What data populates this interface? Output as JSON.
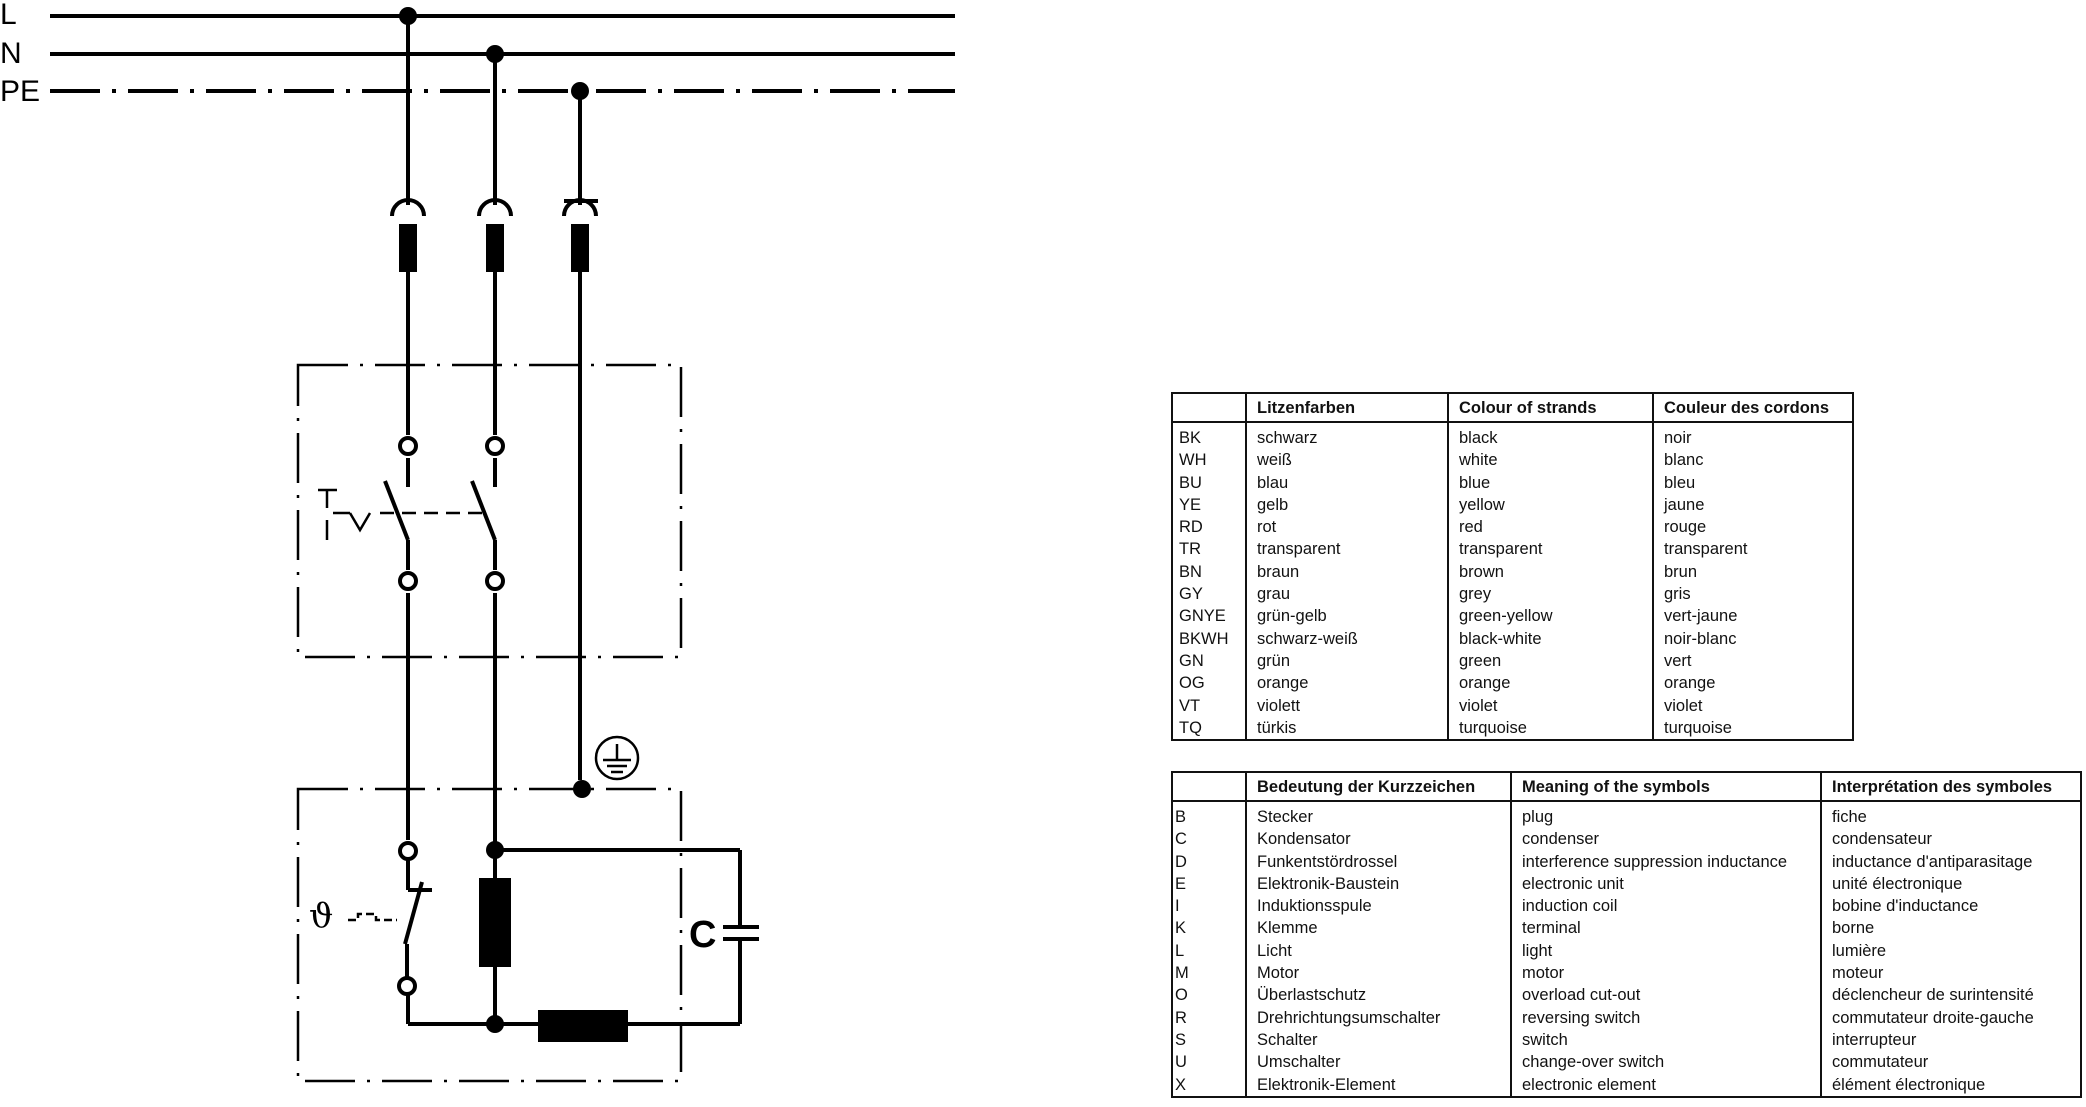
{
  "schematic": {
    "bus_labels": [
      "L",
      "N",
      "PE"
    ],
    "thermal_symbol": "ϑ",
    "capacitor_label": "C",
    "icons": [
      "socket-icon",
      "plug-pin-icon",
      "protective-earth-icon",
      "switch-contact-icon",
      "thermal-cutout-icon",
      "motor-winding-icon",
      "capacitor-icon"
    ]
  },
  "colour_table": {
    "headers": [
      "",
      "Litzenfarben",
      "Colour of strands",
      "Couleur des cordons"
    ],
    "rows": [
      [
        "BK",
        "schwarz",
        "black",
        "noir"
      ],
      [
        "WH",
        "weiß",
        "white",
        "blanc"
      ],
      [
        "BU",
        "blau",
        "blue",
        "bleu"
      ],
      [
        "YE",
        "gelb",
        "yellow",
        "jaune"
      ],
      [
        "RD",
        "rot",
        "red",
        "rouge"
      ],
      [
        "TR",
        "transparent",
        "transparent",
        "transparent"
      ],
      [
        "BN",
        "braun",
        "brown",
        "brun"
      ],
      [
        "GY",
        "grau",
        "grey",
        "gris"
      ],
      [
        "GNYE",
        "grün-gelb",
        "green-yellow",
        "vert-jaune"
      ],
      [
        "BKWH",
        "schwarz-weiß",
        "black-white",
        "noir-blanc"
      ],
      [
        "GN",
        "grün",
        "green",
        "vert"
      ],
      [
        "OG",
        "orange",
        "orange",
        "orange"
      ],
      [
        "VT",
        "violett",
        "violet",
        "violet"
      ],
      [
        "TQ",
        "türkis",
        "turquoise",
        "turquoise"
      ]
    ]
  },
  "symbol_table": {
    "headers": [
      "",
      "Bedeutung der Kurzzeichen",
      "Meaning of the symbols",
      "Interprétation des symboles"
    ],
    "rows": [
      [
        "B",
        "Stecker",
        "plug",
        "fiche"
      ],
      [
        "C",
        "Kondensator",
        "condenser",
        "condensateur"
      ],
      [
        "D",
        "Funkentstördrossel",
        "interference suppression inductance",
        "inductance d'antiparasitage"
      ],
      [
        "E",
        "Elektronik-Baustein",
        "electronic unit",
        "unité électronique"
      ],
      [
        "I",
        "Induktionsspule",
        "induction coil",
        "bobine d'inductance"
      ],
      [
        "K",
        "Klemme",
        "terminal",
        "borne"
      ],
      [
        "L",
        "Licht",
        "light",
        "lumière"
      ],
      [
        "M",
        "Motor",
        "motor",
        "moteur"
      ],
      [
        "O",
        "Überlastschutz",
        "overload cut-out",
        "déclencheur de surintensité"
      ],
      [
        "R",
        "Drehrichtungsumschalter",
        "reversing switch",
        "commutateur droite-gauche"
      ],
      [
        "S",
        "Schalter",
        "switch",
        "interrupteur"
      ],
      [
        "U",
        "Umschalter",
        "change-over switch",
        "commutateur"
      ],
      [
        "X",
        "Elektronik-Element",
        "electronic element",
        "élément électronique"
      ]
    ]
  }
}
